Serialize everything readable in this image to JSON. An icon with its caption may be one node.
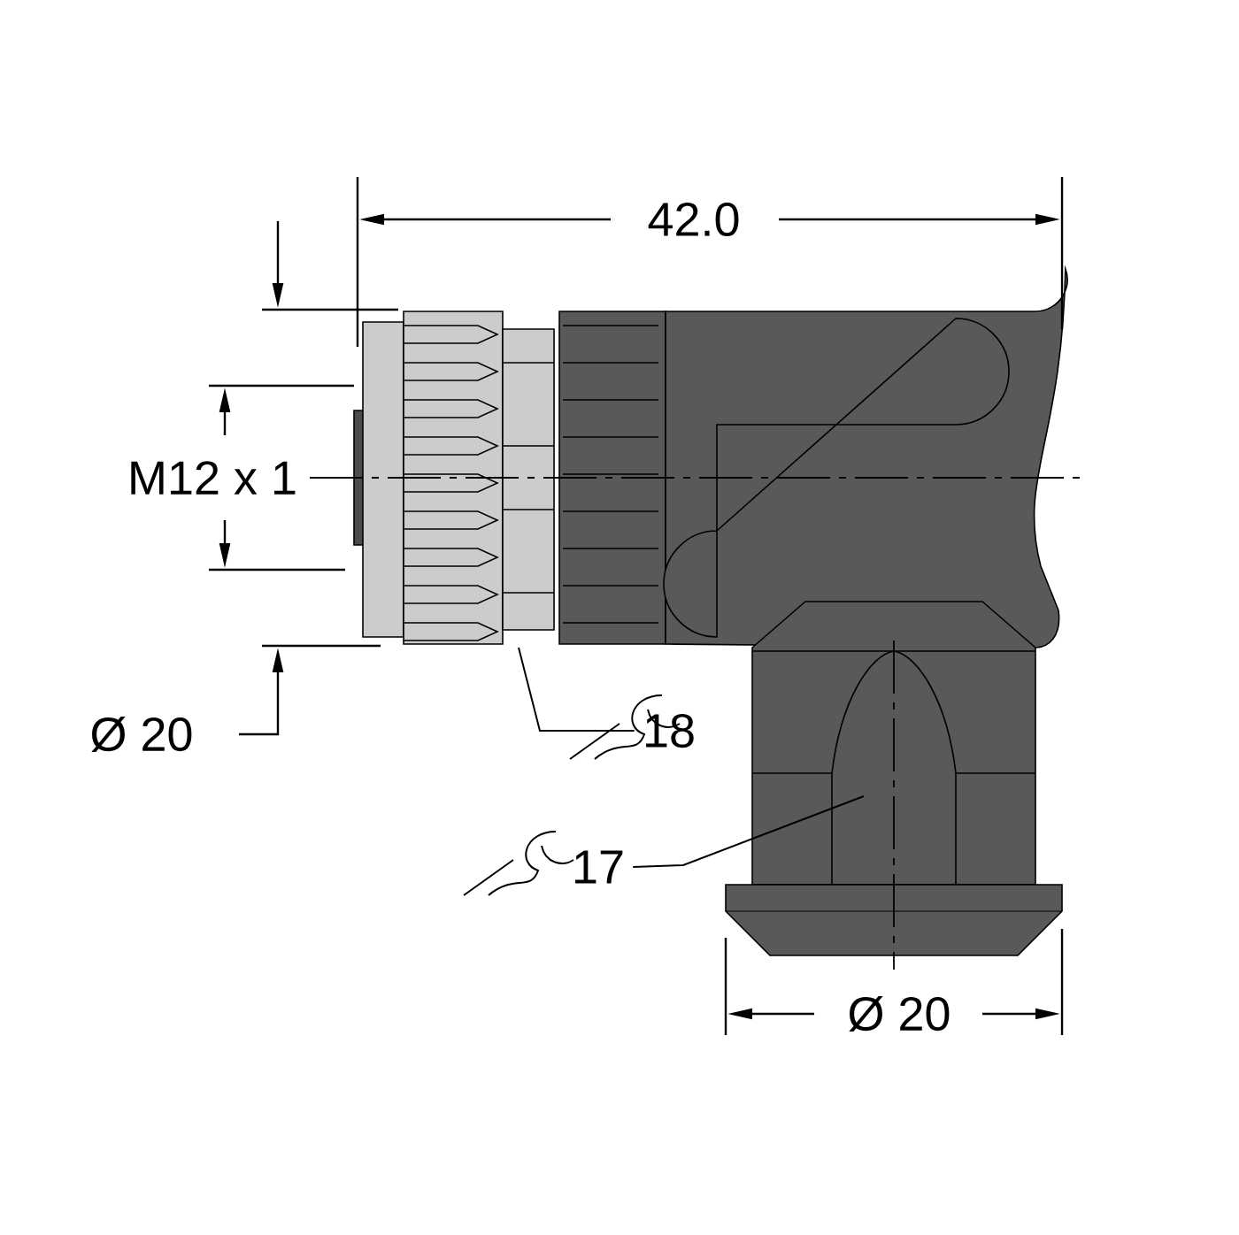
{
  "diagram": {
    "nodes": [
      {
        "text": [
          "18"
        ]
      },
      {
        "text": [
          "17"
        ]
      }
    ],
    "edges": [
      {
        "from": 0,
        "to": null,
        "arrow": "none"
      },
      {
        "from": 1,
        "to": null,
        "arrow": "none"
      }
    ],
    "labels": [
      "42.0",
      "M12 x 1",
      "Ø 20",
      "Ø 20"
    ]
  }
}
